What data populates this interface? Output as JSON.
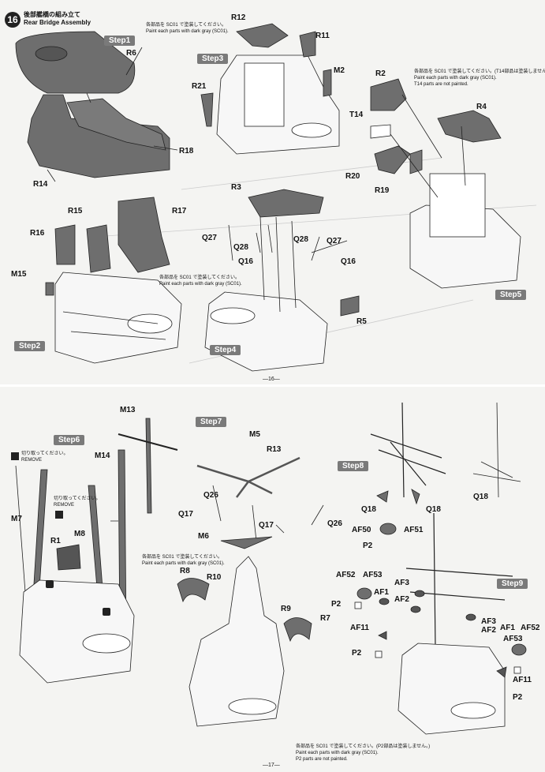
{
  "top_page": {
    "section_number": "16",
    "section_title_jp": "後部艦橋の組み立て",
    "section_title_en": "Rear Bridge Assembly",
    "steps": {
      "s1": "Step1",
      "s2": "Step2",
      "s3": "Step3",
      "s4": "Step4",
      "s5": "Step5"
    },
    "notes": {
      "paint_a_jp": "各部品を SC01 で塗装してください。",
      "paint_a_en": "Paint each parts with dark gray (SC01).",
      "paint_b_jp": "各部品を SC01 で塗装してください。(T14部品は塗装しません。)",
      "paint_b_en": "Paint each parts with dark gray (SC01).",
      "paint_b_en2": "T14 parts are not painted.",
      "paint_c_jp": "各部品を SC01 で塗装してください。",
      "paint_c_en": "Paint each parts with dark gray (SC01)."
    },
    "labels": {
      "R6": "R6",
      "R18": "R18",
      "R14": "R14",
      "R12": "R12",
      "R11": "R11",
      "M2": "M2",
      "R21": "R21",
      "R2": "R2",
      "T14": "T14",
      "R4": "R4",
      "R20": "R20",
      "R19": "R19",
      "R15": "R15",
      "R16": "R16",
      "R17": "R17",
      "M15": "M15",
      "R3": "R3",
      "Q27a": "Q27",
      "Q28a": "Q28",
      "Q16a": "Q16",
      "Q28b": "Q28",
      "Q27b": "Q27",
      "Q16b": "Q16",
      "R5": "R5"
    },
    "page_number": "—16—"
  },
  "bottom_page": {
    "steps": {
      "s6": "Step6",
      "s7": "Step7",
      "s8": "Step8",
      "s9": "Step9"
    },
    "notes": {
      "remove_jp": "切り取ってください。",
      "remove_en": "REMOVE",
      "remove2_jp": "切り取ってください。",
      "remove2_en": "REMOVE",
      "paint_d_jp": "各部品を SC01 で塗装してください。",
      "paint_d_en": "Paint each parts with dark gray (SC01).",
      "paint_e_jp": "各部品を SC01 で塗装してください。(P2部品は塗装しません。)",
      "paint_e_en": "Paint each parts with dark gray (SC01).",
      "paint_e_en2": "P2 parts are not painted."
    },
    "labels": {
      "M13": "M13",
      "M14": "M14",
      "M7": "M7",
      "M8": "M8",
      "R1": "R1",
      "M5": "M5",
      "R13": "R13",
      "Q26a": "Q26",
      "Q17a": "Q17",
      "Q17b": "Q17",
      "Q26b": "Q26",
      "M6": "M6",
      "R8": "R8",
      "R10": "R10",
      "R9": "R9",
      "R7": "R7",
      "Q18a": "Q18",
      "Q18b": "Q18",
      "Q18c": "Q18",
      "AF50": "AF50",
      "AF51": "AF51",
      "P2a": "P2",
      "AF52a": "AF52",
      "AF53a": "AF53",
      "AF1a": "AF1",
      "AF3a": "AF3",
      "AF2a": "AF2",
      "P2b": "P2",
      "AF11a": "AF11",
      "P2c": "P2",
      "AF3b": "AF3",
      "AF1b": "AF1",
      "AF2b": "AF2",
      "AF52b": "AF52",
      "AF53b": "AF53",
      "AF11b": "AF11",
      "P2d": "P2"
    },
    "page_number": "—17—"
  },
  "colors": {
    "part_gray": "#6e6e6e",
    "line": "#222222",
    "paper": "#f4f4f2"
  }
}
